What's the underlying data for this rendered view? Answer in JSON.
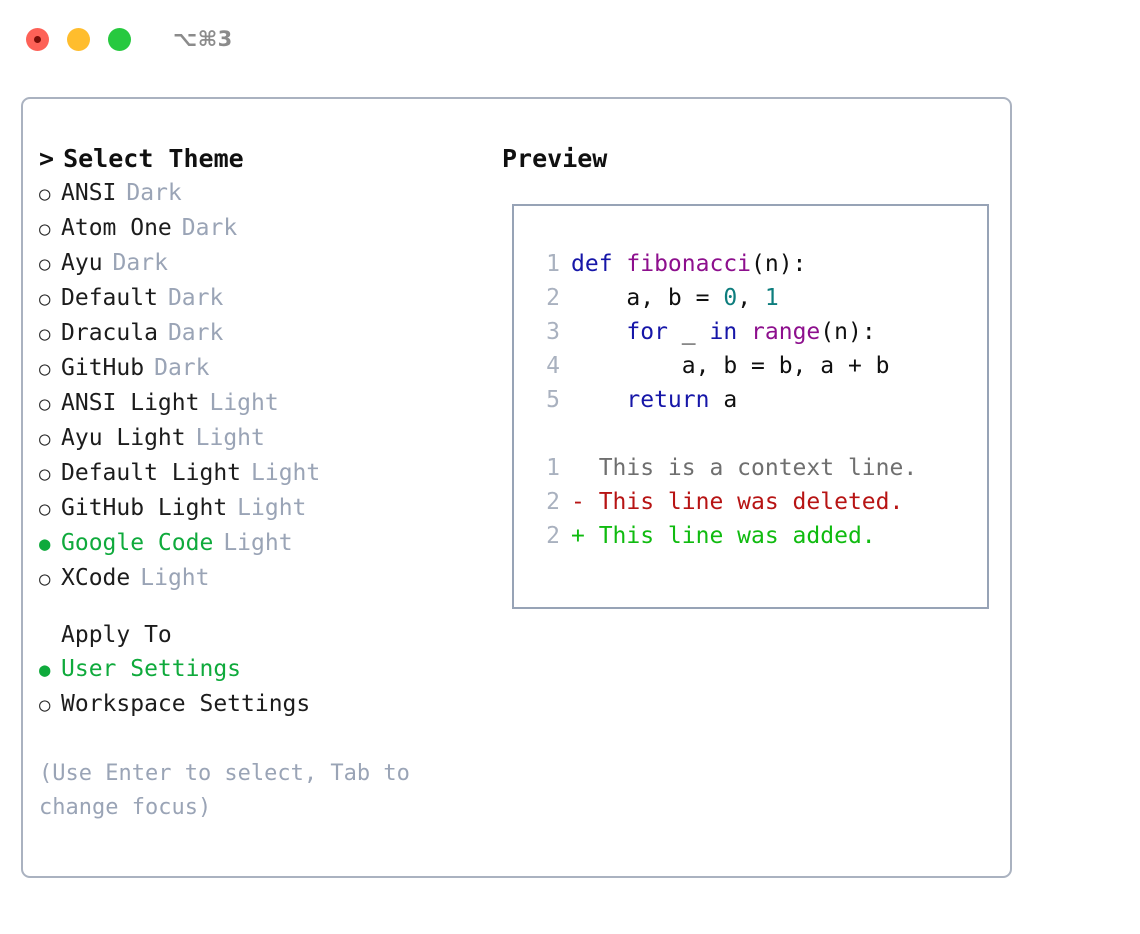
{
  "window": {
    "title": "⌥⌘3",
    "traffic_lights": [
      {
        "name": "close",
        "color": "#fd6157"
      },
      {
        "name": "minimize",
        "color": "#ffbd2d"
      },
      {
        "name": "maximize",
        "color": "#27c93f"
      }
    ]
  },
  "theme_picker": {
    "header": "Select Theme",
    "caret": ">",
    "bullet_selected": "●",
    "bullet_unselected": "○",
    "options": [
      {
        "label": "ANSI",
        "tag": "Dark",
        "selected": false
      },
      {
        "label": "Atom One",
        "tag": "Dark",
        "selected": false
      },
      {
        "label": "Ayu",
        "tag": "Dark",
        "selected": false
      },
      {
        "label": "Default",
        "tag": "Dark",
        "selected": false
      },
      {
        "label": "Dracula",
        "tag": "Dark",
        "selected": false
      },
      {
        "label": "GitHub",
        "tag": "Dark",
        "selected": false
      },
      {
        "label": "ANSI Light",
        "tag": "Light",
        "selected": false
      },
      {
        "label": "Ayu Light",
        "tag": "Light",
        "selected": false
      },
      {
        "label": "Default Light",
        "tag": "Light",
        "selected": false
      },
      {
        "label": "GitHub Light",
        "tag": "Light",
        "selected": false
      },
      {
        "label": "Google Code",
        "tag": "Light",
        "selected": true
      },
      {
        "label": "XCode",
        "tag": "Light",
        "selected": false
      }
    ]
  },
  "apply_to": {
    "title": "Apply To",
    "options": [
      {
        "label": "User Settings",
        "selected": true
      },
      {
        "label": "Workspace Settings",
        "selected": false
      }
    ]
  },
  "hint": "(Use Enter to select, Tab to change focus)",
  "preview": {
    "heading": "Preview",
    "code_lines": [
      {
        "num": "1",
        "tokens": [
          {
            "t": "def ",
            "c": "kw"
          },
          {
            "t": "fibonacci",
            "c": "fn"
          },
          {
            "t": "(n):",
            "c": "plain"
          }
        ]
      },
      {
        "num": "2",
        "tokens": [
          {
            "t": "    a, b = ",
            "c": "plain"
          },
          {
            "t": "0",
            "c": "num"
          },
          {
            "t": ", ",
            "c": "plain"
          },
          {
            "t": "1",
            "c": "num"
          }
        ]
      },
      {
        "num": "3",
        "tokens": [
          {
            "t": "    ",
            "c": "plain"
          },
          {
            "t": "for",
            "c": "kw"
          },
          {
            "t": " _ ",
            "c": "plain"
          },
          {
            "t": "in",
            "c": "kw"
          },
          {
            "t": " ",
            "c": "plain"
          },
          {
            "t": "range",
            "c": "fn"
          },
          {
            "t": "(n):",
            "c": "plain"
          }
        ]
      },
      {
        "num": "4",
        "tokens": [
          {
            "t": "        a, b = b, a + b",
            "c": "plain"
          }
        ]
      },
      {
        "num": "5",
        "tokens": [
          {
            "t": "    ",
            "c": "plain"
          },
          {
            "t": "return",
            "c": "kw"
          },
          {
            "t": " a",
            "c": "plain"
          }
        ]
      }
    ],
    "diff_lines": [
      {
        "num": "1",
        "marker": "  ",
        "text": "This is a context line.",
        "kind": "context"
      },
      {
        "num": "2",
        "marker": "- ",
        "text": "This line was deleted.",
        "kind": "del"
      },
      {
        "num": "2",
        "marker": "+ ",
        "text": "This line was added.",
        "kind": "add"
      }
    ]
  },
  "colors": {
    "accent_green": "#0faa3c",
    "muted_tag": "#9aa4b6",
    "border": "#aab2c0",
    "preview_border": "#97a3b6",
    "keyword": "#1616a8",
    "function": "#8d0f8d",
    "number": "#0d7d7d",
    "diff_add": "#10bb10",
    "diff_del": "#b71414",
    "diff_context": "#6f6f6f",
    "line_number": "#a9b1bf"
  }
}
